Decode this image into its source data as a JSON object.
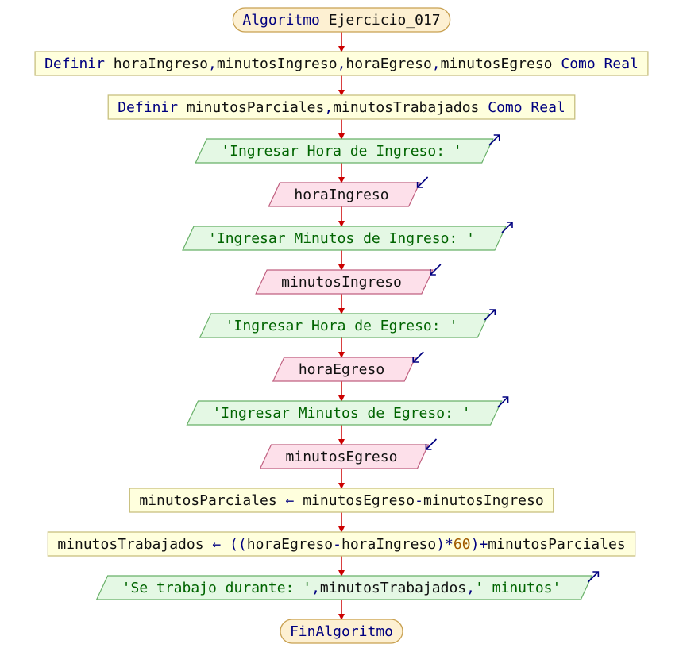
{
  "colors": {
    "terminal_fill": "#fdf0d2",
    "terminal_stroke": "#c8a050",
    "process_fill": "#ffffdd",
    "process_stroke": "#c8c080",
    "output_fill": "#e4f8e4",
    "output_stroke": "#68b068",
    "input_fill": "#fde0ea",
    "input_stroke": "#c06080",
    "arrow": "#cc0000",
    "io_arrow": "#000080"
  },
  "nodes": [
    {
      "id": "start",
      "type": "terminal",
      "tokens": [
        {
          "t": "Algoritmo",
          "c": "kw"
        },
        {
          "t": " Ejercicio_017",
          "c": "var"
        }
      ]
    },
    {
      "id": "def1",
      "type": "process",
      "tokens": [
        {
          "t": "Definir",
          "c": "kw"
        },
        {
          "t": " horaIngreso",
          "c": "var"
        },
        {
          "t": ",",
          "c": "kw"
        },
        {
          "t": "minutosIngreso",
          "c": "var"
        },
        {
          "t": ",",
          "c": "kw"
        },
        {
          "t": "horaEgreso",
          "c": "var"
        },
        {
          "t": ",",
          "c": "kw"
        },
        {
          "t": "minutosEgreso",
          "c": "var"
        },
        {
          "t": " Como Real",
          "c": "kw"
        }
      ]
    },
    {
      "id": "def2",
      "type": "process",
      "tokens": [
        {
          "t": "Definir",
          "c": "kw"
        },
        {
          "t": " minutosParciales",
          "c": "var"
        },
        {
          "t": ",",
          "c": "kw"
        },
        {
          "t": "minutosTrabajados",
          "c": "var"
        },
        {
          "t": " Como Real",
          "c": "kw"
        }
      ]
    },
    {
      "id": "out1",
      "type": "output",
      "tokens": [
        {
          "t": "'Ingresar Hora de Ingreso: '",
          "c": "str"
        }
      ]
    },
    {
      "id": "in1",
      "type": "input",
      "tokens": [
        {
          "t": "horaIngreso",
          "c": "var"
        }
      ]
    },
    {
      "id": "out2",
      "type": "output",
      "tokens": [
        {
          "t": "'Ingresar Minutos de Ingreso: '",
          "c": "str"
        }
      ]
    },
    {
      "id": "in2",
      "type": "input",
      "tokens": [
        {
          "t": "minutosIngreso",
          "c": "var"
        }
      ]
    },
    {
      "id": "out3",
      "type": "output",
      "tokens": [
        {
          "t": "'Ingresar Hora de Egreso: '",
          "c": "str"
        }
      ]
    },
    {
      "id": "in3",
      "type": "input",
      "tokens": [
        {
          "t": "horaEgreso",
          "c": "var"
        }
      ]
    },
    {
      "id": "out4",
      "type": "output",
      "tokens": [
        {
          "t": "'Ingresar Minutos de Egreso: '",
          "c": "str"
        }
      ]
    },
    {
      "id": "in4",
      "type": "input",
      "tokens": [
        {
          "t": "minutosEgreso",
          "c": "var"
        }
      ]
    },
    {
      "id": "assign1",
      "type": "process",
      "tokens": [
        {
          "t": "minutosParciales",
          "c": "var"
        },
        {
          "t": " ← ",
          "c": "op"
        },
        {
          "t": "minutosEgreso",
          "c": "var"
        },
        {
          "t": "-",
          "c": "op"
        },
        {
          "t": "minutosIngreso",
          "c": "var"
        }
      ]
    },
    {
      "id": "assign2",
      "type": "process",
      "tokens": [
        {
          "t": "minutosTrabajados",
          "c": "var"
        },
        {
          "t": " ← ",
          "c": "op"
        },
        {
          "t": "((",
          "c": "op"
        },
        {
          "t": "horaEgreso",
          "c": "var"
        },
        {
          "t": "-",
          "c": "op"
        },
        {
          "t": "horaIngreso",
          "c": "var"
        },
        {
          "t": ")*",
          "c": "op"
        },
        {
          "t": "60",
          "c": "num"
        },
        {
          "t": ")+",
          "c": "op"
        },
        {
          "t": "minutosParciales",
          "c": "var"
        }
      ]
    },
    {
      "id": "out5",
      "type": "output",
      "tokens": [
        {
          "t": "'Se trabajo durante: '",
          "c": "str"
        },
        {
          "t": ",",
          "c": "kw"
        },
        {
          "t": "minutosTrabajados",
          "c": "var"
        },
        {
          "t": ",",
          "c": "kw"
        },
        {
          "t": "' minutos'",
          "c": "str"
        }
      ]
    },
    {
      "id": "end",
      "type": "terminal",
      "tokens": [
        {
          "t": "FinAlgoritmo",
          "c": "kw"
        }
      ]
    }
  ]
}
